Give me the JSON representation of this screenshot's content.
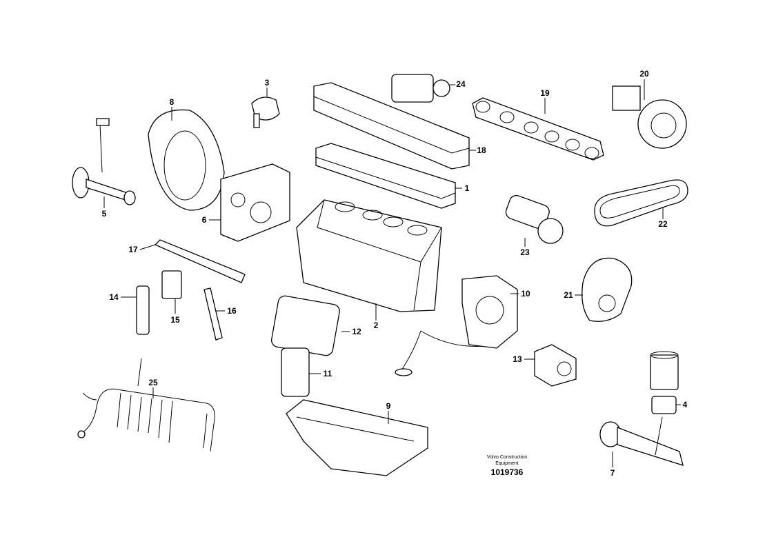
{
  "diagram": {
    "brand_line1": "Volvo Construction",
    "brand_line2": "Equipment",
    "document_number": "1019736",
    "callouts": [
      "1",
      "2",
      "3",
      "4",
      "5",
      "6",
      "7",
      "8",
      "9",
      "10",
      "11",
      "12",
      "13",
      "14",
      "15",
      "16",
      "17",
      "18",
      "19",
      "20",
      "21",
      "22",
      "23",
      "24",
      "25"
    ]
  }
}
